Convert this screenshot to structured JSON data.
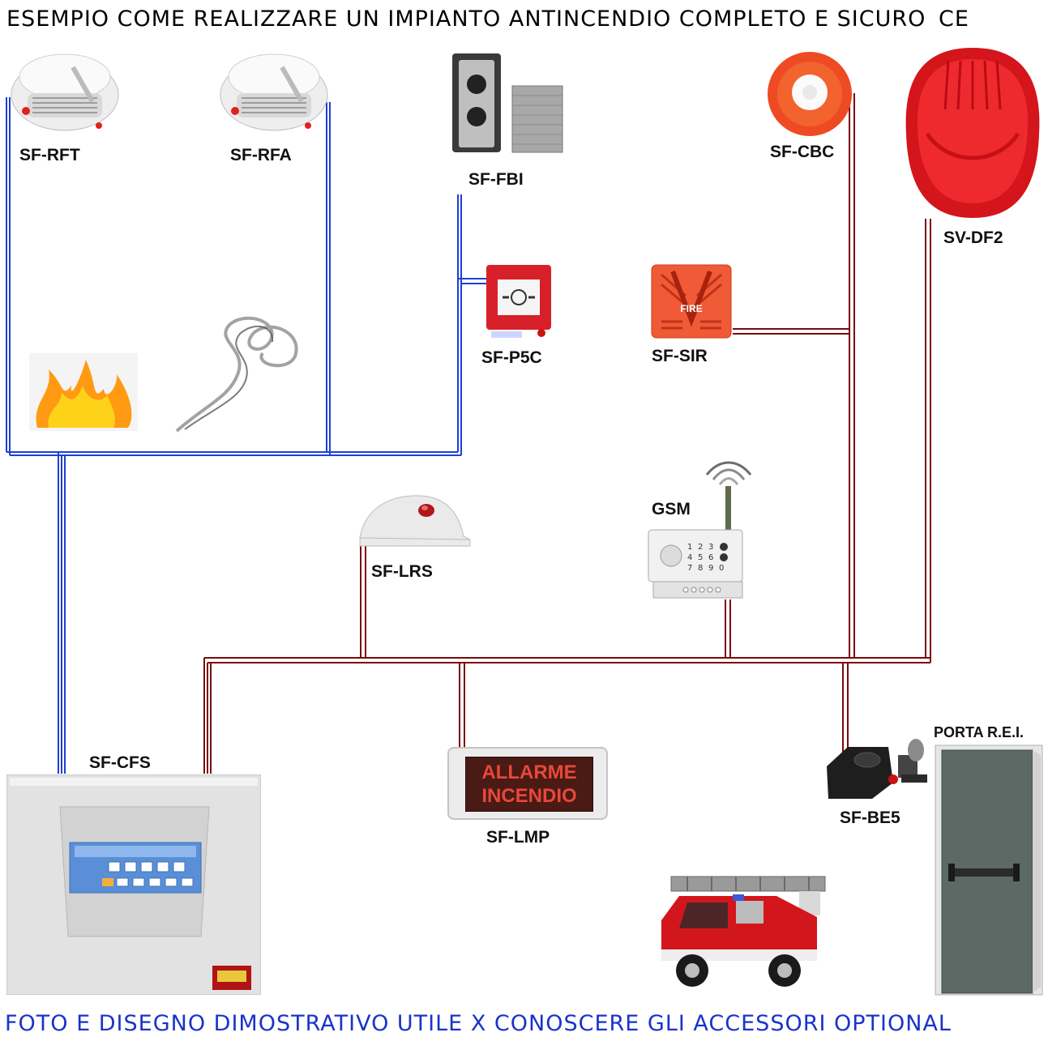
{
  "title": "ESEMPIO COME REALIZZARE UN IMPIANTO ANTINCENDIO COMPLETO E SICURO",
  "ce_mark": "CE",
  "footer": "FOTO E DISEGNO DIMOSTRATIVO UTILE X CONOSCERE GLI ACCESSORI OPTIONAL",
  "devices": {
    "sf_rft": "SF-RFT",
    "sf_rfa": "SF-RFA",
    "sf_fbi": "SF-FBI",
    "sf_p5c": "SF-P5C",
    "sf_cbc": "SF-CBC",
    "sv_df2": "SV-DF2",
    "sf_sir": "SF-SIR",
    "gsm": "GSM",
    "sf_lrs": "SF-LRS",
    "sf_cfs": "SF-CFS",
    "sf_lmp": "SF-LMP",
    "sf_be5": "SF-BE5",
    "porta_rei": "PORTA R.E.I."
  },
  "sign_text": {
    "line1": "ALLARME",
    "line2": "INCENDIO"
  },
  "siren_text": "FIRE",
  "keypad_keys": [
    "1",
    "2",
    "3",
    "4",
    "5",
    "6",
    "7",
    "8",
    "9",
    "0"
  ],
  "colors": {
    "detector_wire": "#1f3fd6",
    "sounder_wire": "#7a0a0a",
    "footer": "#1a33c8",
    "alarm_red": "#e0221e"
  },
  "icons": {
    "smoke_detector": "smoke-detector-icon",
    "beam_detector": "beam-detector-icon",
    "call_point": "manual-call-point-icon",
    "bell": "bell-icon",
    "flame": "flame-icon",
    "smoke": "smoke-icon",
    "signal": "wireless-signal-icon"
  }
}
